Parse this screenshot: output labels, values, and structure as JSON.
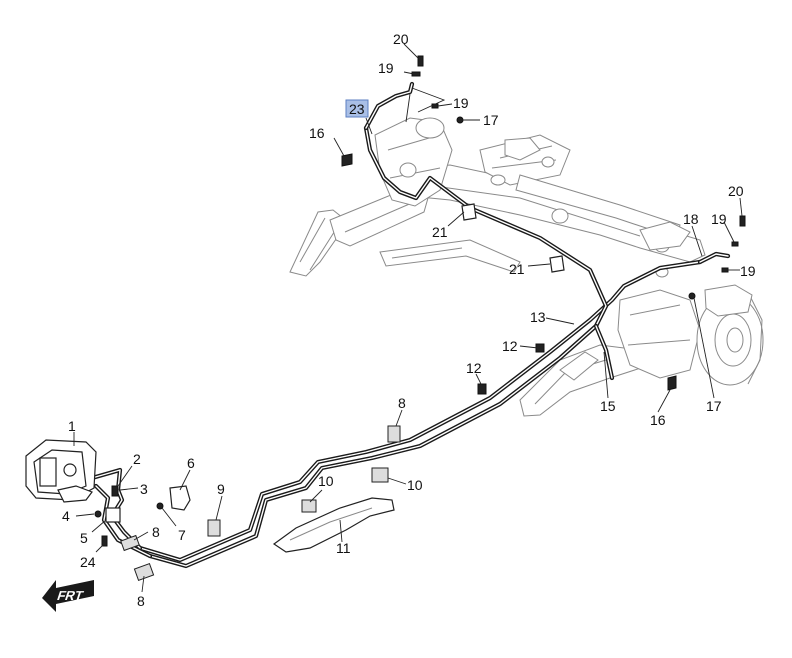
{
  "callouts": [
    {
      "id": "c1",
      "text": "1"
    },
    {
      "id": "c2",
      "text": "2"
    },
    {
      "id": "c3",
      "text": "3"
    },
    {
      "id": "c4",
      "text": "4"
    },
    {
      "id": "c5",
      "text": "5"
    },
    {
      "id": "c6",
      "text": "6"
    },
    {
      "id": "c7",
      "text": "7"
    },
    {
      "id": "c8a",
      "text": "8"
    },
    {
      "id": "c8b",
      "text": "8"
    },
    {
      "id": "c8c",
      "text": "8"
    },
    {
      "id": "c9",
      "text": "9"
    },
    {
      "id": "c10a",
      "text": "10"
    },
    {
      "id": "c10b",
      "text": "10"
    },
    {
      "id": "c11",
      "text": "11"
    },
    {
      "id": "c12a",
      "text": "12"
    },
    {
      "id": "c12b",
      "text": "12"
    },
    {
      "id": "c13",
      "text": "13"
    },
    {
      "id": "c15",
      "text": "15"
    },
    {
      "id": "c16a",
      "text": "16"
    },
    {
      "id": "c16b",
      "text": "16"
    },
    {
      "id": "c17a",
      "text": "17"
    },
    {
      "id": "c17b",
      "text": "17"
    },
    {
      "id": "c18",
      "text": "18"
    },
    {
      "id": "c19a",
      "text": "19"
    },
    {
      "id": "c19b",
      "text": "19"
    },
    {
      "id": "c19c",
      "text": "19"
    },
    {
      "id": "c19d",
      "text": "19"
    },
    {
      "id": "c20a",
      "text": "20"
    },
    {
      "id": "c20b",
      "text": "20"
    },
    {
      "id": "c21a",
      "text": "21"
    },
    {
      "id": "c21b",
      "text": "21"
    },
    {
      "id": "c23",
      "text": "23",
      "highlighted": true
    },
    {
      "id": "c24",
      "text": "24"
    }
  ],
  "frt_label": "FRT",
  "colors": {
    "highlight": "#a9bfe6",
    "line": "#1a1a1a",
    "frame": "#8a8a8a"
  }
}
